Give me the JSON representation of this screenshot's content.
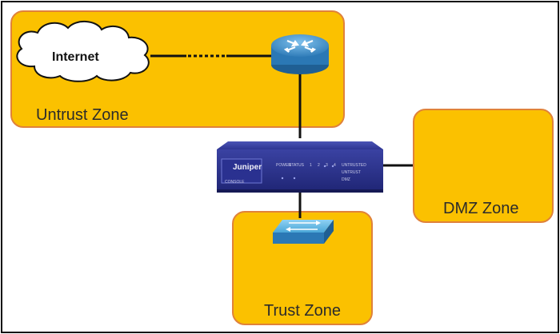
{
  "zones": {
    "untrust": {
      "label": "Untrust Zone"
    },
    "dmz": {
      "label": "DMZ Zone"
    },
    "trust": {
      "label": "Trust Zone"
    }
  },
  "internet": {
    "label": "Internet"
  },
  "firewall": {
    "brand": "Juniper",
    "panel_labels": [
      "POWER",
      "STATUS",
      "1",
      "2",
      "3",
      "4",
      "UNTRUSTED",
      "UNTRUST",
      "CONSOLE",
      "DMZ"
    ]
  },
  "colors": {
    "zone_fill": "#fbc100",
    "zone_border": "#e0823a",
    "router": "#3a8bc6",
    "switch": "#4aa6d8",
    "firewall": "#2e3592"
  },
  "icons": [
    "cloud-icon",
    "router-icon",
    "firewall-icon",
    "switch-icon"
  ]
}
